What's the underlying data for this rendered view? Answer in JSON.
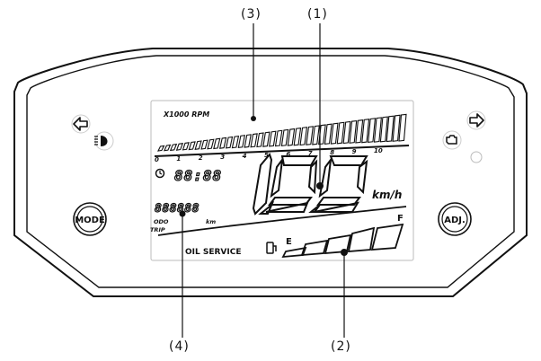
{
  "callouts": [
    {
      "label": "(3)"
    },
    {
      "label": "(1)"
    },
    {
      "label": "(4)"
    },
    {
      "label": "(2)"
    }
  ],
  "tachometer": {
    "title": "X1000 RPM",
    "scale": [
      "0",
      "1",
      "2",
      "3",
      "4",
      "5",
      "6",
      "7",
      "8",
      "9",
      "10"
    ]
  },
  "clock": {
    "value": "88:88"
  },
  "speed": {
    "value": "188",
    "unit": "km/h"
  },
  "odometer": {
    "value": "888888",
    "unit": "km",
    "mode_odo": "ODO",
    "mode_trip": "TRIP"
  },
  "fuel": {
    "label_empty": "E",
    "label_full": "F"
  },
  "oil_service": {
    "label": "OIL SERVICE"
  },
  "buttons": {
    "mode": "MODE",
    "adjust": "ADJ."
  },
  "icons": {
    "left_turn": "left-turn-arrow-icon",
    "right_turn": "right-turn-arrow-icon",
    "headlight": "headlight-icon",
    "engine": "engine-check-icon",
    "fuel_pump": "fuel-pump-icon",
    "clock": "clock-icon"
  }
}
